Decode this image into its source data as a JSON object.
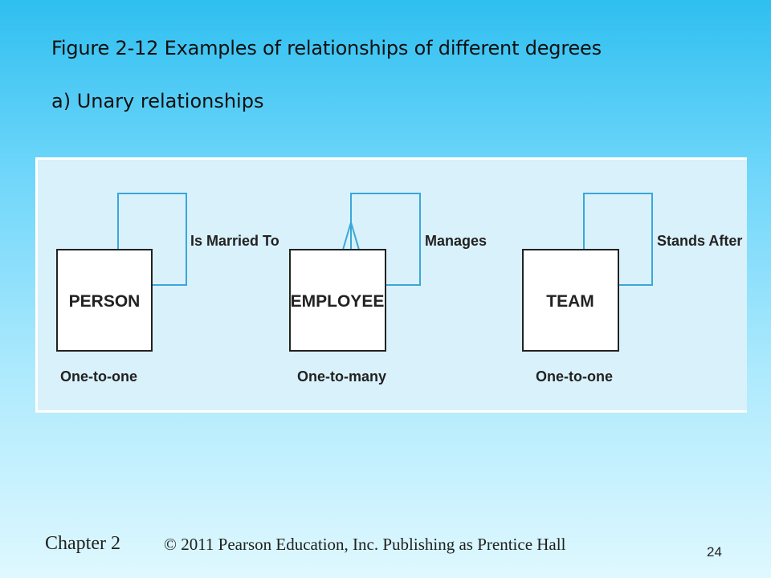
{
  "header": {
    "title": "Figure 2-12 Examples of relationships of different degrees",
    "subtitle": "a) Unary relationships"
  },
  "diagram": {
    "relationships": [
      {
        "entity": "PERSON",
        "relationship": "Is Married To",
        "cardinality": "One-to-one"
      },
      {
        "entity": "EMPLOYEE",
        "relationship": "Manages",
        "cardinality": "One-to-many"
      },
      {
        "entity": "TEAM",
        "relationship": "Stands After",
        "cardinality": "One-to-one"
      }
    ],
    "colors": {
      "panel": "#d9f1fb",
      "loop_line": "#3aa7d8",
      "box_border": "#222222"
    }
  },
  "footer": {
    "chapter": "Chapter 2",
    "copyright": "© 2011 Pearson Education, Inc.  Publishing as Prentice Hall",
    "page_number": "24"
  }
}
